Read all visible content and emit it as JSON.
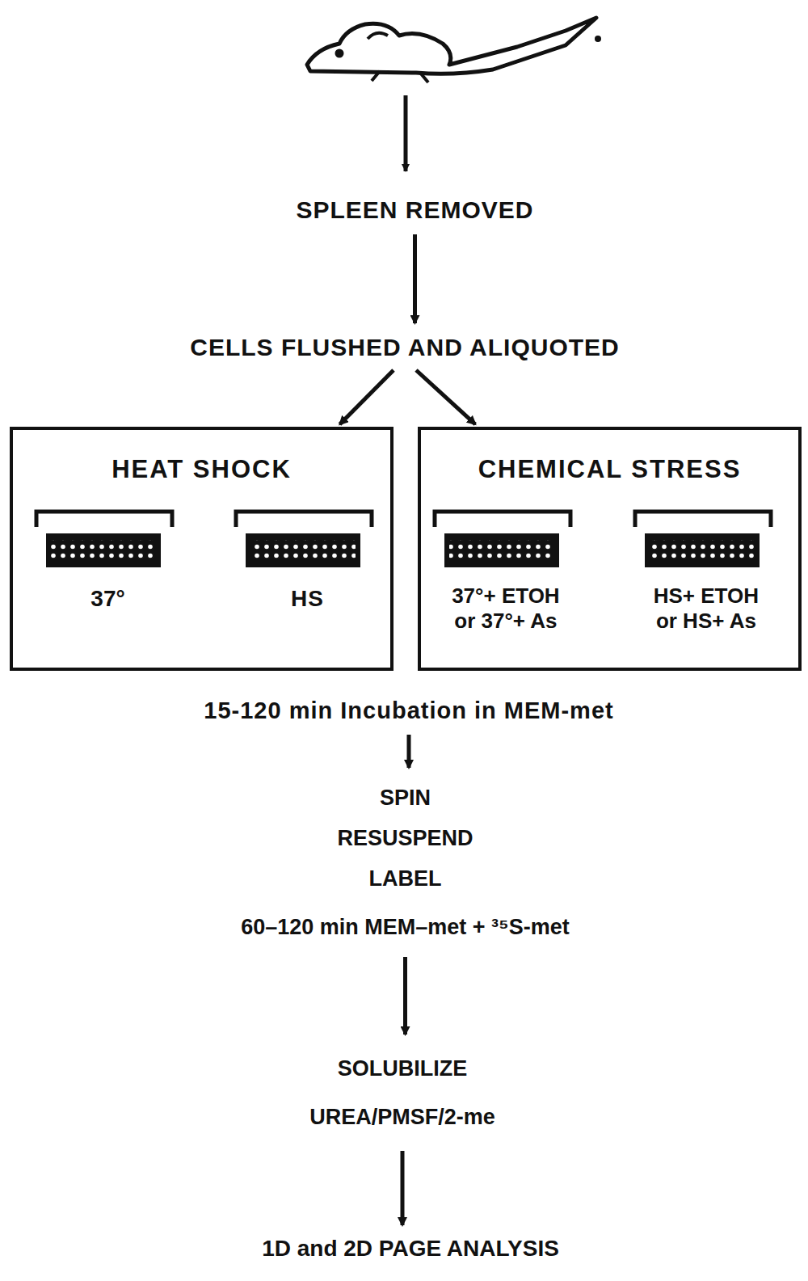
{
  "diagram": {
    "nodes": [
      {
        "text": [
          "SPLEEN REMOVED"
        ]
      },
      {
        "text": [
          "CELLS FLUSHED AND ALIQUOTED"
        ]
      },
      {
        "text": [
          "HEAT SHOCK"
        ]
      },
      {
        "text": [
          "37°"
        ],
        "in": 2
      },
      {
        "text": [
          "HS"
        ],
        "in": 2
      },
      {
        "text": [
          "CHEMICAL STRESS"
        ]
      },
      {
        "text": [
          "37°+ ETOH or 37°+ As"
        ],
        "in": 5
      },
      {
        "text": [
          "HS+ ETOH or HS+ As"
        ],
        "in": 5
      },
      {
        "text": [
          "15-120 min Incubation in MEM-met"
        ]
      },
      {
        "text": [
          "SPIN",
          "RESUSPEND",
          "LABEL",
          "60–120 min MEM–met + ³⁵S-met"
        ]
      },
      {
        "text": [
          "SOLUBILIZE",
          "UREA/PMSF/2-me"
        ]
      },
      {
        "text": [
          "1D and 2D PAGE ANALYSIS"
        ]
      }
    ],
    "edges": [
      {
        "from": 0,
        "to": 1,
        "arrow": "to"
      },
      {
        "from": 1,
        "to": 2,
        "arrow": "to"
      },
      {
        "from": 1,
        "to": 5,
        "arrow": "to"
      },
      {
        "from": 8,
        "to": 9,
        "arrow": "to"
      },
      {
        "from": 9,
        "to": 10,
        "arrow": "to"
      },
      {
        "from": 10,
        "to": 11,
        "arrow": "to"
      }
    ]
  }
}
